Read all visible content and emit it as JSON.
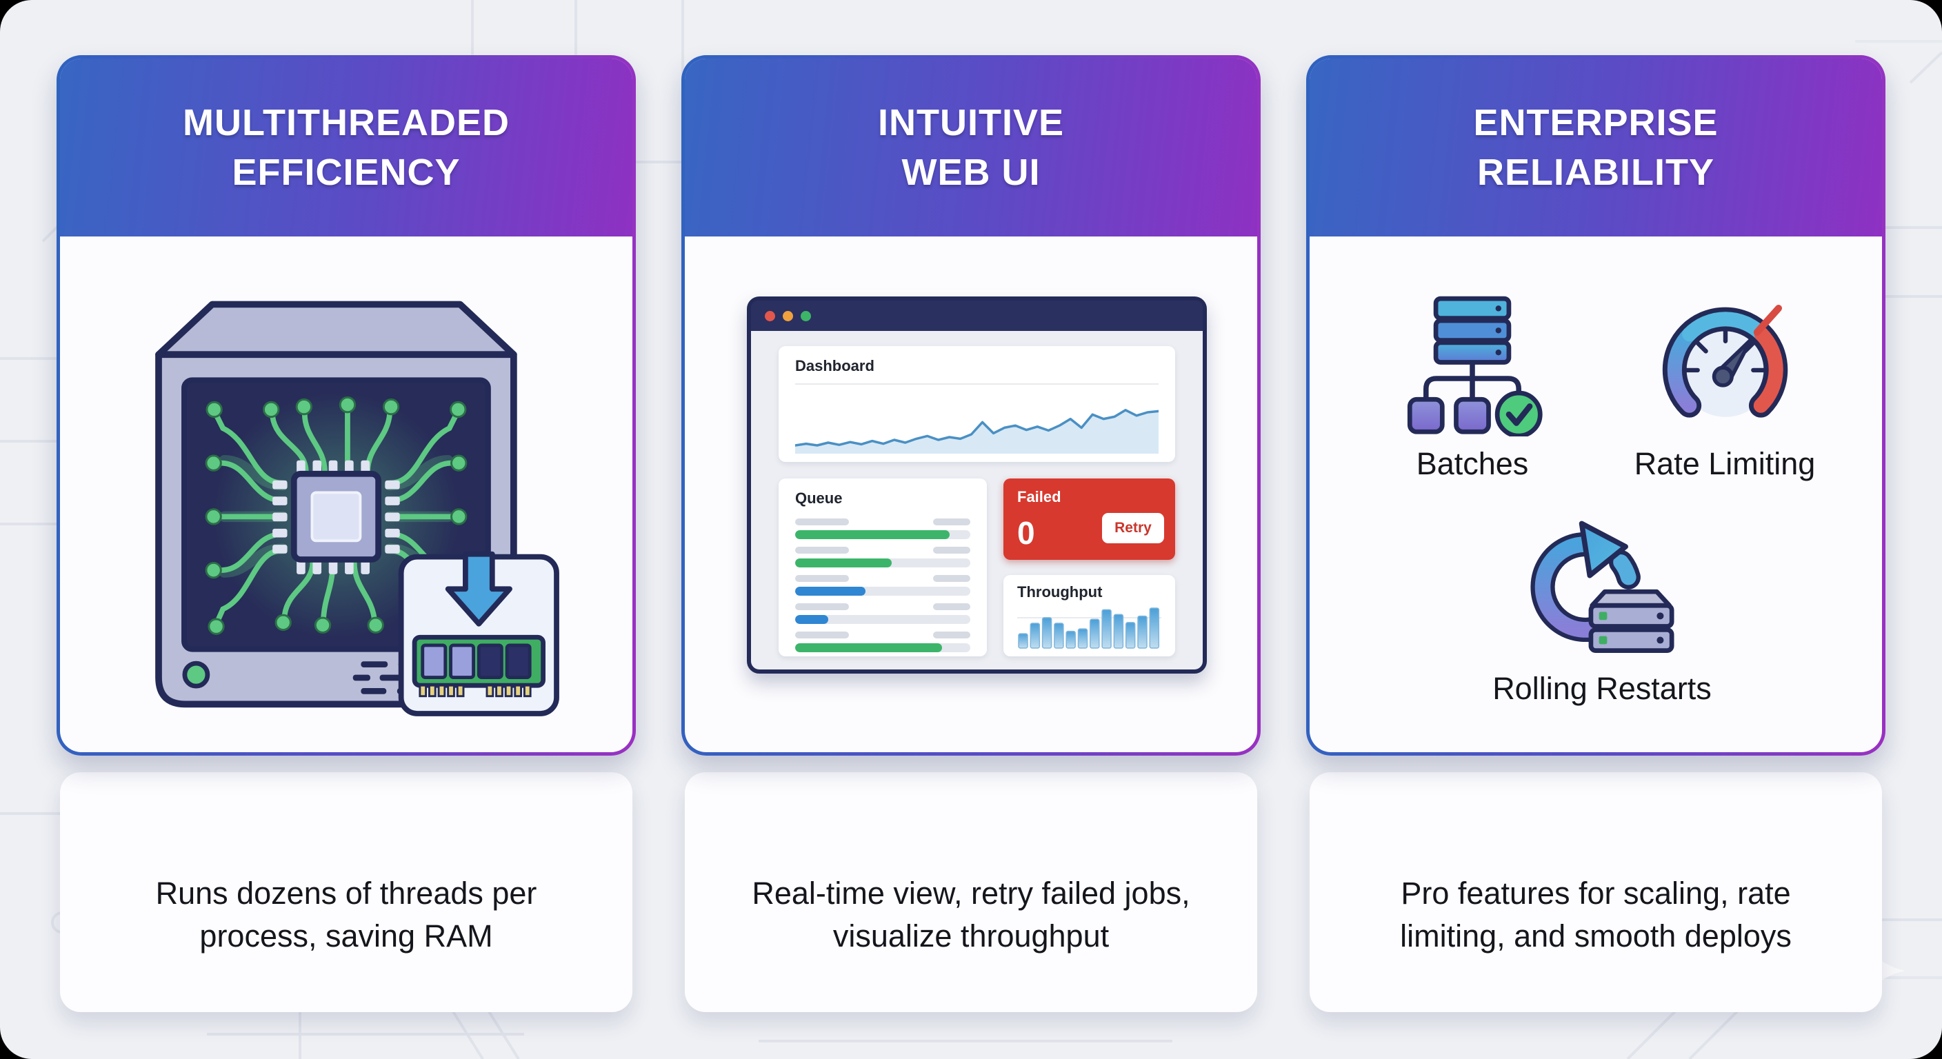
{
  "cards": [
    {
      "id": "multithreaded-efficiency",
      "title_lines": [
        "MULTITHREADED",
        "EFFICIENCY"
      ],
      "description": "Runs dozens of threads per process, saving RAM",
      "illustration_icon": "server-cpu-ram-illustration"
    },
    {
      "id": "intuitive-web-ui",
      "title_lines": [
        "INTUITIVE",
        "WEB UI"
      ],
      "description": "Real-time view, retry failed jobs, visualize throughput",
      "browser": {
        "dashboard_label": "Dashboard",
        "queue_label": "Queue",
        "failed_label": "Failed",
        "failed_count": "0",
        "retry_label": "Retry",
        "throughput_label": "Throughput",
        "line_points": [
          10,
          13,
          10,
          15,
          11,
          16,
          12,
          18,
          13,
          20,
          15,
          22,
          27,
          20,
          25,
          22,
          30,
          52,
          32,
          42,
          46,
          38,
          44,
          37,
          46,
          58,
          42,
          66,
          58,
          62,
          74,
          64,
          70,
          72
        ],
        "queue_rows": [
          {
            "color": "green",
            "pct": 88
          },
          {
            "color": "green",
            "pct": 55
          },
          {
            "color": "blue",
            "pct": 40
          },
          {
            "color": "blue",
            "pct": 19
          },
          {
            "color": "green",
            "pct": 84
          }
        ],
        "throughput_bars": [
          36,
          62,
          76,
          62,
          42,
          48,
          72,
          96,
          84,
          64,
          80,
          100
        ]
      }
    },
    {
      "id": "enterprise-reliability",
      "title_lines": [
        "ENTERPRISE",
        "RELIABILITY"
      ],
      "description": "Pro features for scaling, rate limiting, and smooth deploys",
      "features": [
        {
          "icon": "batches-tree-icon",
          "label": "Batches"
        },
        {
          "icon": "rate-limit-gauge-icon",
          "label": "Rate Limiting"
        },
        {
          "icon": "rolling-restart-icon",
          "label": "Rolling Restarts"
        }
      ]
    }
  ],
  "colors": {
    "background": "#eef0f4",
    "header_gradient_start": "#3866c3",
    "header_gradient_end": "#8e31c3",
    "navy_outline": "#232a57",
    "failed_red": "#d7392f",
    "queue_green": "#3cb56a",
    "queue_blue": "#2f86d2",
    "chart_line_blue": "#4a90c4",
    "trace_green": "#5dc983",
    "dot_red": "#e2574c",
    "dot_orange": "#efa13e",
    "dot_green": "#3cb567"
  }
}
